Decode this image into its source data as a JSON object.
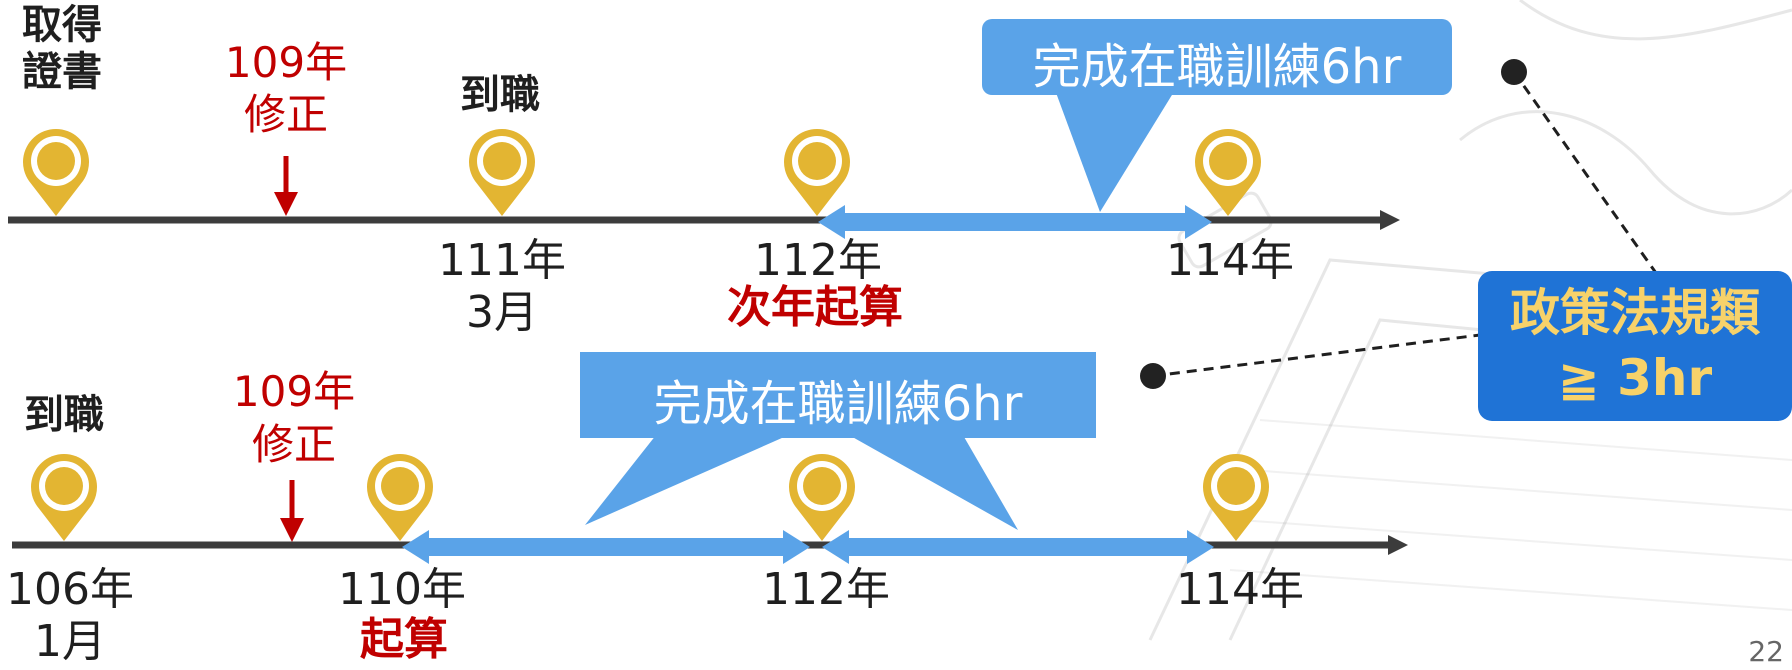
{
  "colors": {
    "pin": "#e3b532",
    "axis": "#3c3c3c",
    "callout": "#5aa3e8",
    "arrow_bar": "#5aa3e8",
    "red": "#c00000",
    "policy_bg": "#1f73d6",
    "policy_text": "#f7d26a"
  },
  "timeline1": {
    "obtain_cert": "取得\n證書",
    "amend_year": "109年",
    "amend_word": "修正",
    "onboard": "到職",
    "y111": "111年",
    "m3": "3月",
    "y112": "112年",
    "start_next": "次年起算",
    "y114": "114年",
    "callout": "完成在職訓練6hr"
  },
  "timeline2": {
    "onboard": "到職",
    "amend_year": "109年",
    "amend_word": "修正",
    "y106": "106年",
    "m1": "1月",
    "y110": "110年",
    "start": "起算",
    "y112": "112年",
    "y114": "114年",
    "callout": "完成在職訓練6hr"
  },
  "policy_box": {
    "line1": "政策法規類",
    "line2": "≧ 3hr"
  },
  "page_number": "22"
}
